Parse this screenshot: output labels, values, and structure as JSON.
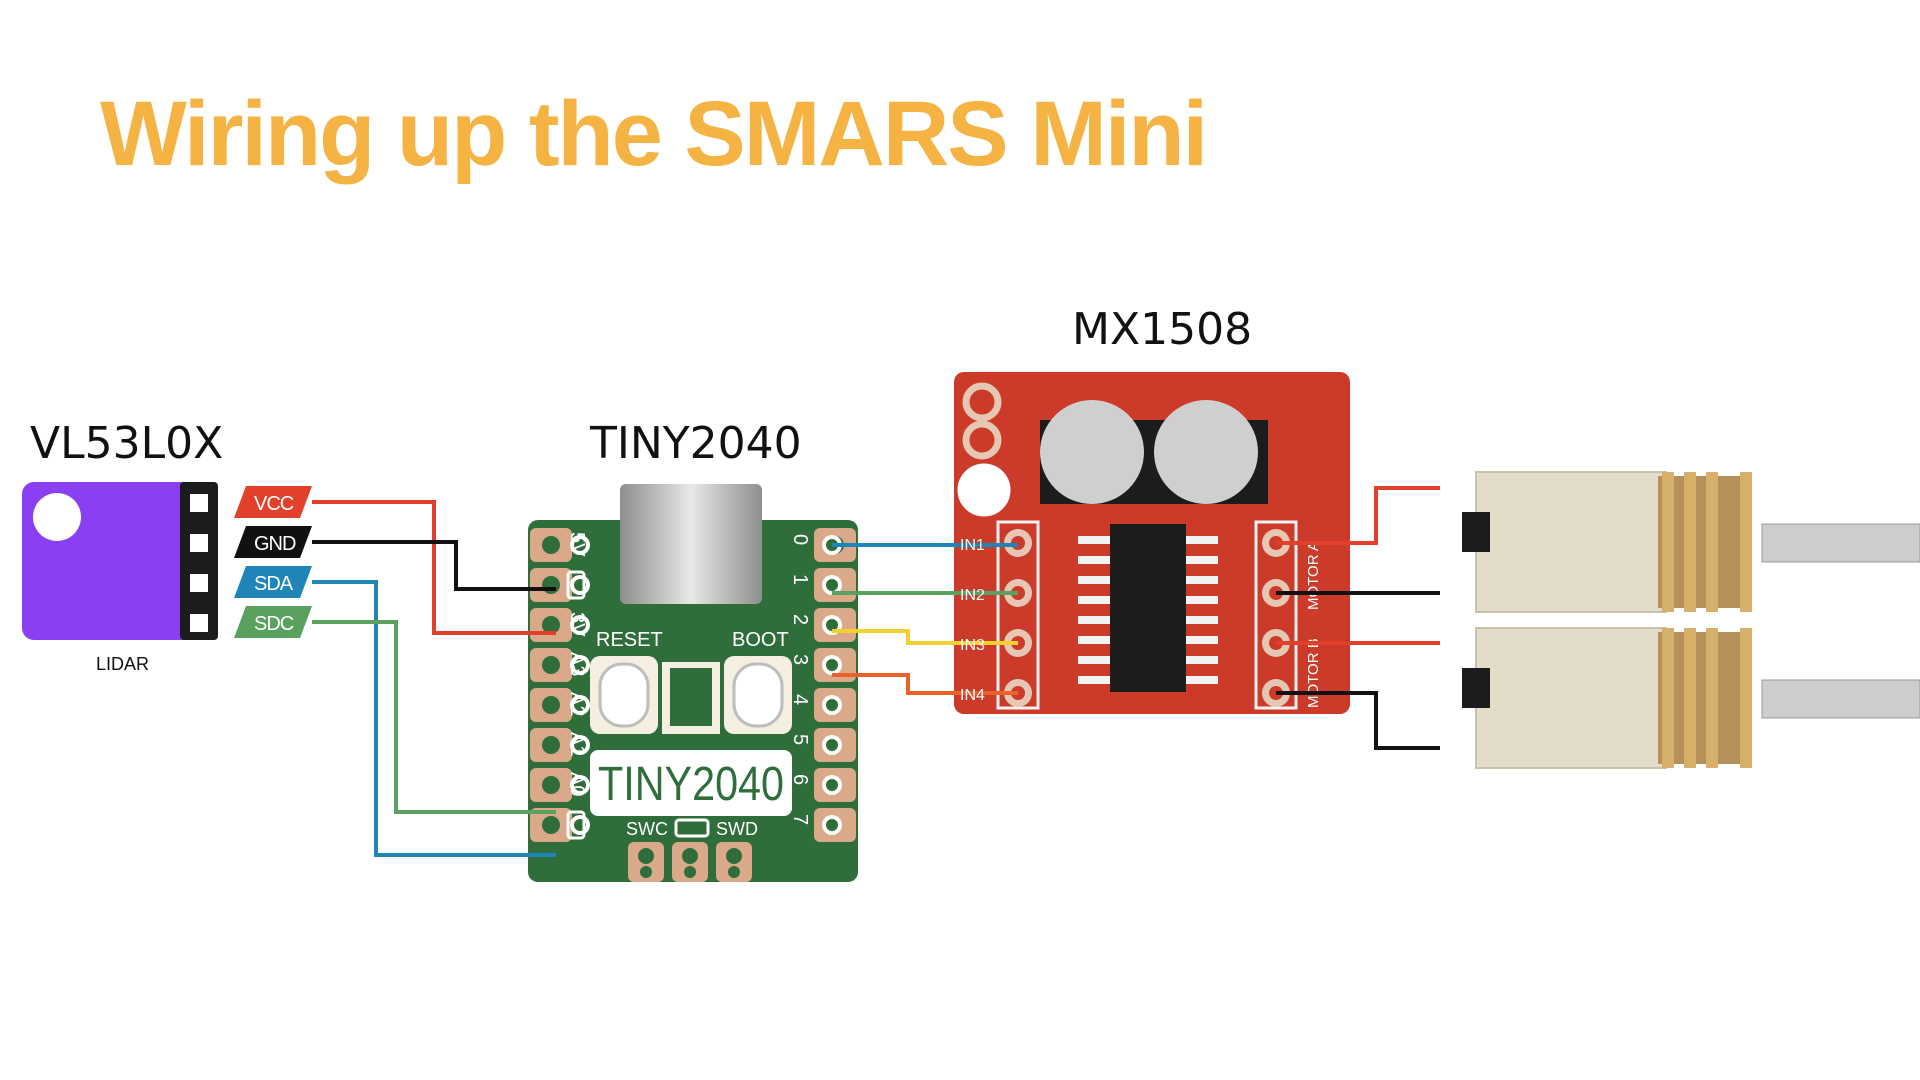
{
  "title": "Wiring up the SMARS Mini",
  "modules": {
    "lidar": {
      "name": "VL53L0X",
      "caption": "LIDAR",
      "pins": [
        "VCC",
        "GND",
        "SDA",
        "SDC"
      ]
    },
    "tiny": {
      "name": "TINY2040",
      "brand": "TINY2040",
      "left_pins": [
        "5V",
        "",
        "3V",
        "A3",
        "A2",
        "A1",
        "A0",
        ""
      ],
      "right_pins": [
        "0",
        "1",
        "2",
        "3",
        "4",
        "5",
        "6",
        "7"
      ],
      "reset_label": "RESET",
      "boot_label": "BOOT",
      "swc_label": "SWC",
      "swd_label": "SWD"
    },
    "driver": {
      "name": "MX1508",
      "inputs": [
        "IN1",
        "IN2",
        "IN3",
        "IN4"
      ],
      "motor_a_label": "MOTOR A",
      "motor_b_label": "MOTOR B"
    }
  },
  "colors": {
    "title": "#f4b343",
    "lidar_board": "#8b3ff2",
    "tiny_board": "#2f6e3b",
    "driver_board": "#cc3b2a",
    "wire_red": "#e2402b",
    "wire_black": "#111111",
    "wire_blue": "#1f85b8",
    "wire_green": "#5aa05e",
    "wire_yellow": "#f2d12f",
    "wire_orange": "#e8622a",
    "motor_body": "#e3dcc8",
    "motor_gear": "#d6b068"
  },
  "icons": [
    "usb-c-connector-icon",
    "gear-motor-icon",
    "capacitor-icon",
    "driver-chip-icon"
  ]
}
